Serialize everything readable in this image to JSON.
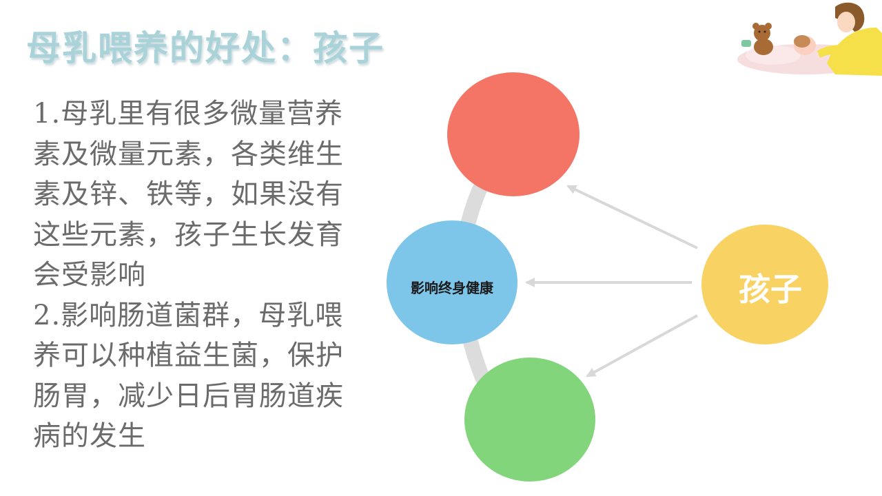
{
  "slide": {
    "title": "母乳喂养的好处：孩子",
    "paragraphs": [
      "1.母乳里有很多微量营养素及微量元素，各类维生素及锌、铁等，如果没有这些元素，孩子生长发育会受影响",
      "2.影响肠道菌群，母乳喂养可以种植益生菌，保护肠胃，减少日后胃肠道疾病的发生"
    ]
  },
  "diagram": {
    "center_label": "孩子",
    "middle_label": "影响终身健康",
    "top_label": "",
    "bottom_label": "",
    "colors": {
      "top": "#f47565",
      "middle": "#7ec5ea",
      "bottom": "#82d57a",
      "center": "#f8d263",
      "arc": "#dcdcdc",
      "arrow": "#d8d8d8",
      "title": "#a9d3d9",
      "text": "#6b6b6b"
    }
  },
  "decoration": {
    "illustration_icon": "mother-and-baby-illustration"
  }
}
